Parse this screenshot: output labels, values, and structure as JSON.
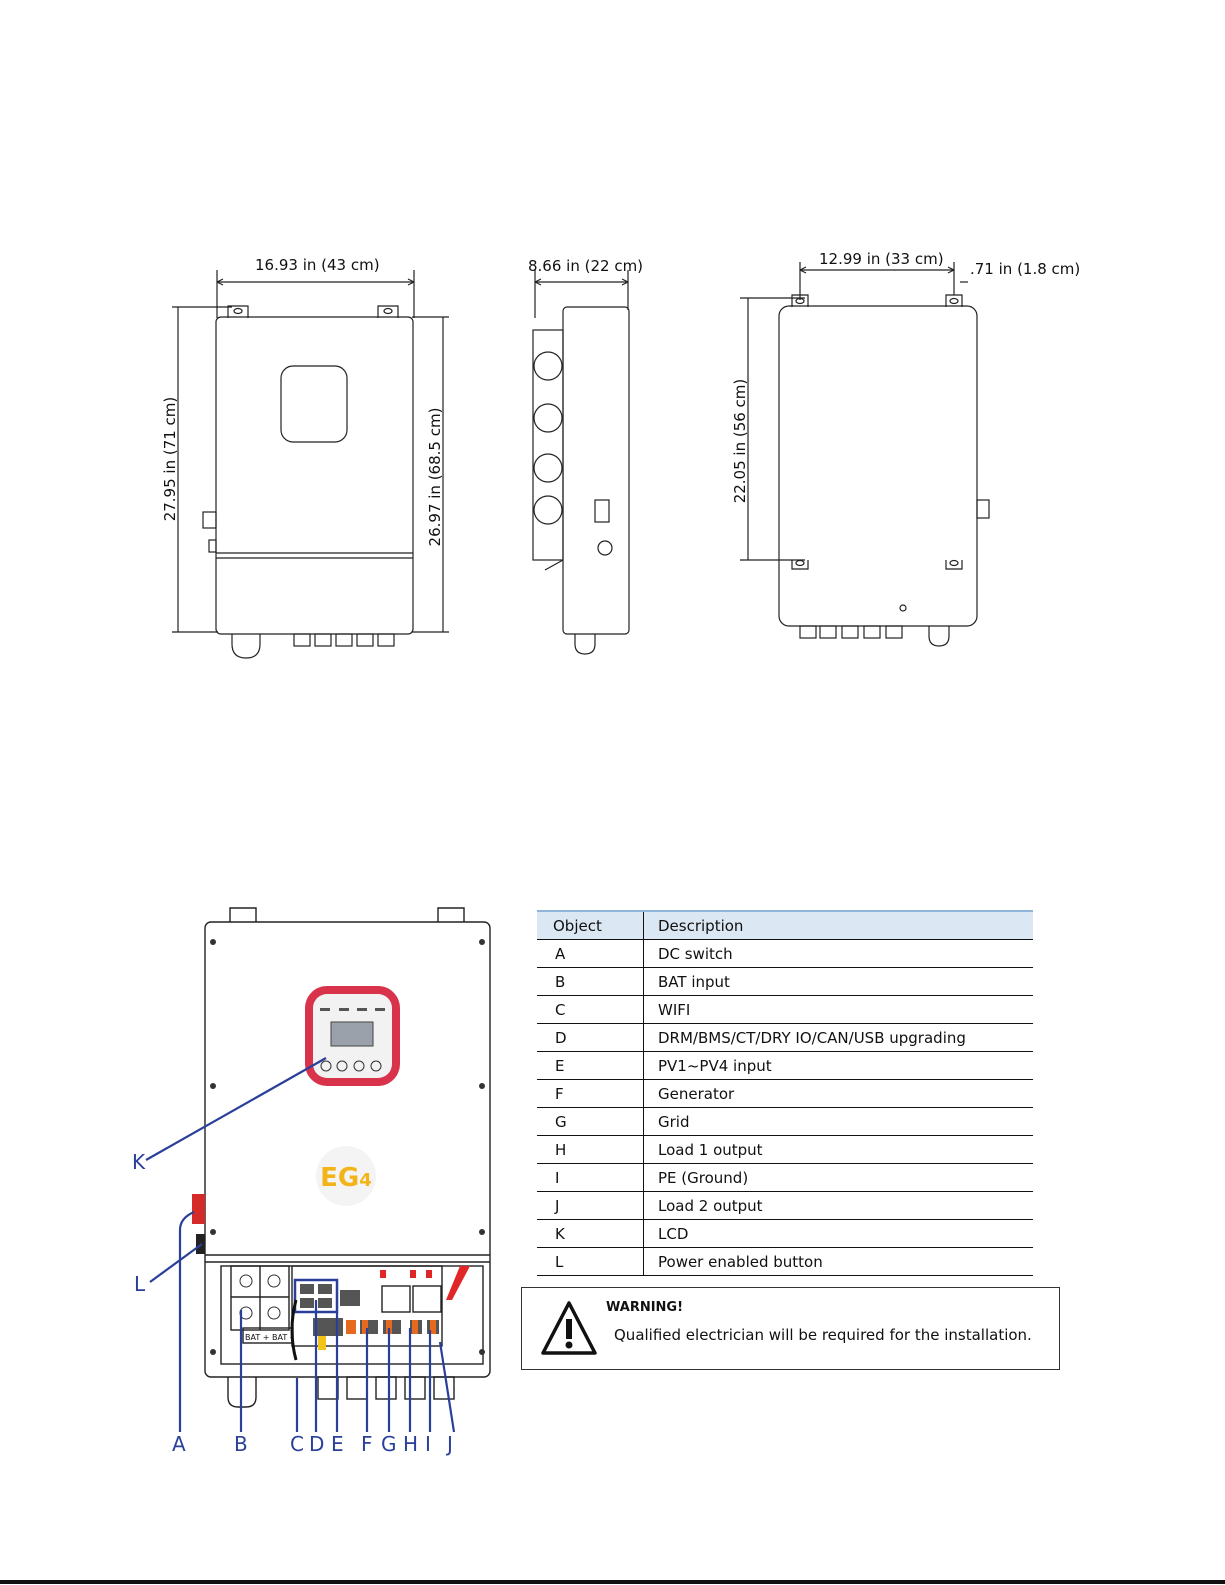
{
  "dimensions": {
    "front_width": "16.93 in (43 cm)",
    "front_height_total": "27.95 in (71 cm)",
    "front_height_body": "26.97 in (68.5 cm)",
    "side_depth": "8.66 in (22 cm)",
    "back_mount_width": "12.99 in (33 cm)",
    "back_bracket": ".71 in (1.8 cm)",
    "back_mount_height": "22.05 in (56 cm)"
  },
  "table": {
    "headers": [
      "Object",
      "Description"
    ],
    "rows": [
      {
        "object": "A",
        "description": "DC switch"
      },
      {
        "object": "B",
        "description": "BAT input"
      },
      {
        "object": "C",
        "description": "WIFI"
      },
      {
        "object": "D",
        "description": "DRM/BMS/CT/DRY IO/CAN/USB upgrading"
      },
      {
        "object": "E",
        "description": "PV1~PV4 input"
      },
      {
        "object": "F",
        "description": "Generator"
      },
      {
        "object": "G",
        "description": "Grid"
      },
      {
        "object": "H",
        "description": "Load 1 output"
      },
      {
        "object": "I",
        "description": "PE (Ground)"
      },
      {
        "object": "J",
        "description": "Load 2 output"
      },
      {
        "object": "K",
        "description": "LCD"
      },
      {
        "object": "L",
        "description": "Power enabled button"
      }
    ]
  },
  "warning": {
    "title": "WARNING!",
    "text": "Qualified electrician will be required for the installation."
  },
  "callouts": {
    "K": "K",
    "L": "L",
    "A": "A",
    "B": "B",
    "C": "C",
    "D": "D",
    "E": "E",
    "F": "F",
    "G": "G",
    "H": "H",
    "I": "I",
    "J": "J"
  },
  "logo": "EG4",
  "panel_labels": {
    "bat": "BAT + BAT -"
  },
  "colors": {
    "callout": "#2a3f9a",
    "lcd_frame": "#d8334a",
    "logo": "#f2b418",
    "table_header": "#dbe8f3"
  }
}
